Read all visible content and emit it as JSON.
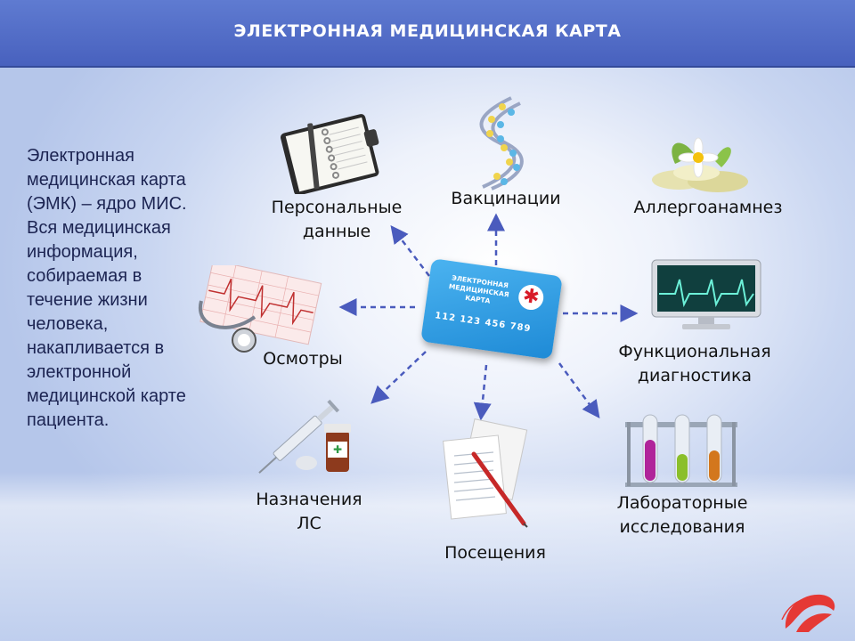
{
  "header": {
    "title": "ЭЛЕКТРОННАЯ МЕДИЦИНСКАЯ КАРТА"
  },
  "description": [
    "Электронная",
    "медицинская карта",
    "(ЭМК) – ядро МИС.",
    "Вся медицинская",
    "информация,",
    "собираемая в",
    "течение жизни",
    "человека,",
    "накапливается в",
    "электронной",
    "медицинской карте",
    "пациента."
  ],
  "center_card": {
    "title_lines": [
      "ЭЛЕКТРОННАЯ",
      "МЕДИЦИНСКАЯ",
      "КАРТА"
    ],
    "number": "112 123 456 789",
    "icon": "medical-star-icon",
    "color": "#2797e2"
  },
  "nodes": {
    "personal": {
      "lines": [
        "Персональные",
        "данные"
      ],
      "icon": "organizer-notebook-icon"
    },
    "vaccinations": {
      "lines": [
        "Вакцинации"
      ],
      "icon": "dna-icon"
    },
    "allergy": {
      "lines": [
        "Аллергоанамнез"
      ],
      "icon": "chamomile-capsules-icon"
    },
    "exams": {
      "lines": [
        "Осмотры"
      ],
      "icon": "stethoscope-ecg-icon"
    },
    "functional": {
      "lines": [
        "Функциональная",
        "диагностика"
      ],
      "icon": "ecg-monitor-icon"
    },
    "prescriptions": {
      "lines": [
        "Назначения",
        "ЛС"
      ],
      "icon": "syringe-vial-icon"
    },
    "visits": {
      "lines": [
        "Посещения"
      ],
      "icon": "medical-forms-icon"
    },
    "labs": {
      "lines": [
        "Лабораторные",
        "исследования"
      ],
      "icon": "test-tubes-icon"
    }
  },
  "colors": {
    "header": "#4f69c4",
    "arrow": "#4a5bbd",
    "text": "#1c2452"
  },
  "logo_icon": "red-swoosh-logo-icon"
}
